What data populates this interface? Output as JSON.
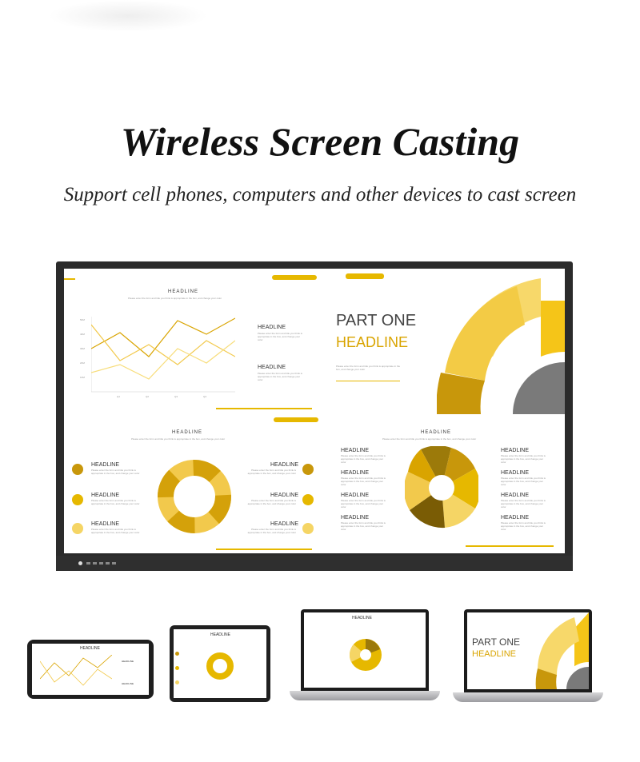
{
  "header": {
    "title": "Wireless Screen Casting",
    "subtitle": "Support cell phones, computers and other devices to cast screen"
  },
  "slides": {
    "headline": "HEADLINE",
    "part_one": "PART ONE",
    "caption": "Please enter the form and title you think is appropriate in the box, and change your color",
    "body_text": "Please enter the form and title you think is appropriate in the box, and change your color",
    "y_ticks": [
      "50M",
      "40M",
      "30M",
      "20M",
      "10M"
    ],
    "x_ticks": [
      "Q1",
      "Q2",
      "Q3",
      "Q4"
    ]
  },
  "colors": {
    "accent": "#e6b800",
    "accent_dark": "#b8860b",
    "accent_light": "#f5d565",
    "gray": "#777777",
    "bezel": "#2b2b2b"
  },
  "icons": [
    "pie-chart-icon",
    "phone-icon",
    "laptop-icon",
    "tablet-icon"
  ]
}
